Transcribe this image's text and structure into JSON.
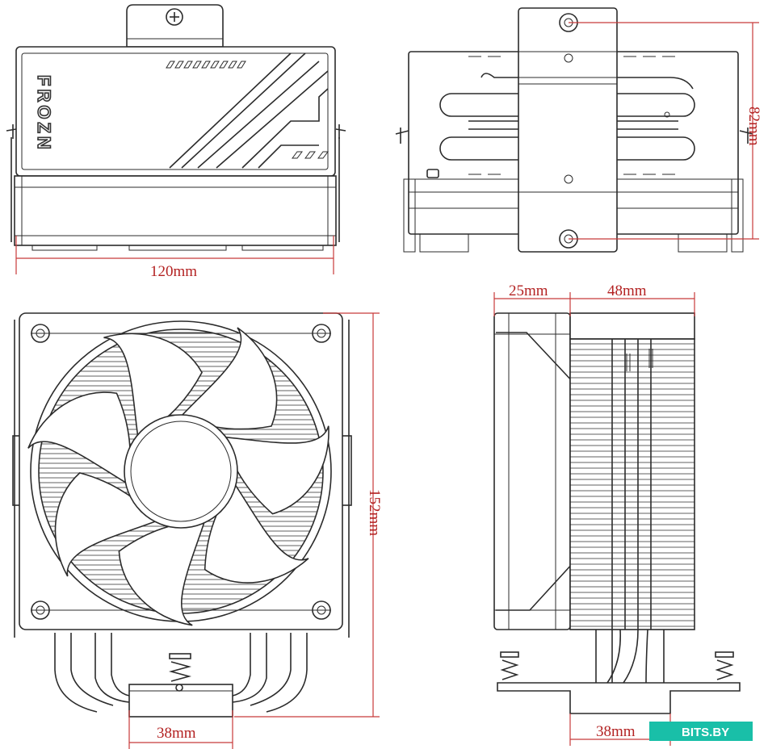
{
  "brand_label": "FROZN",
  "watermark": "BITS.BY",
  "dimensions": {
    "top_width": "120mm",
    "side_height": "82mm",
    "front_height": "152mm",
    "front_base": "38mm",
    "fan_thickness": "25mm",
    "fin_depth": "48mm",
    "side_base": "38mm"
  }
}
